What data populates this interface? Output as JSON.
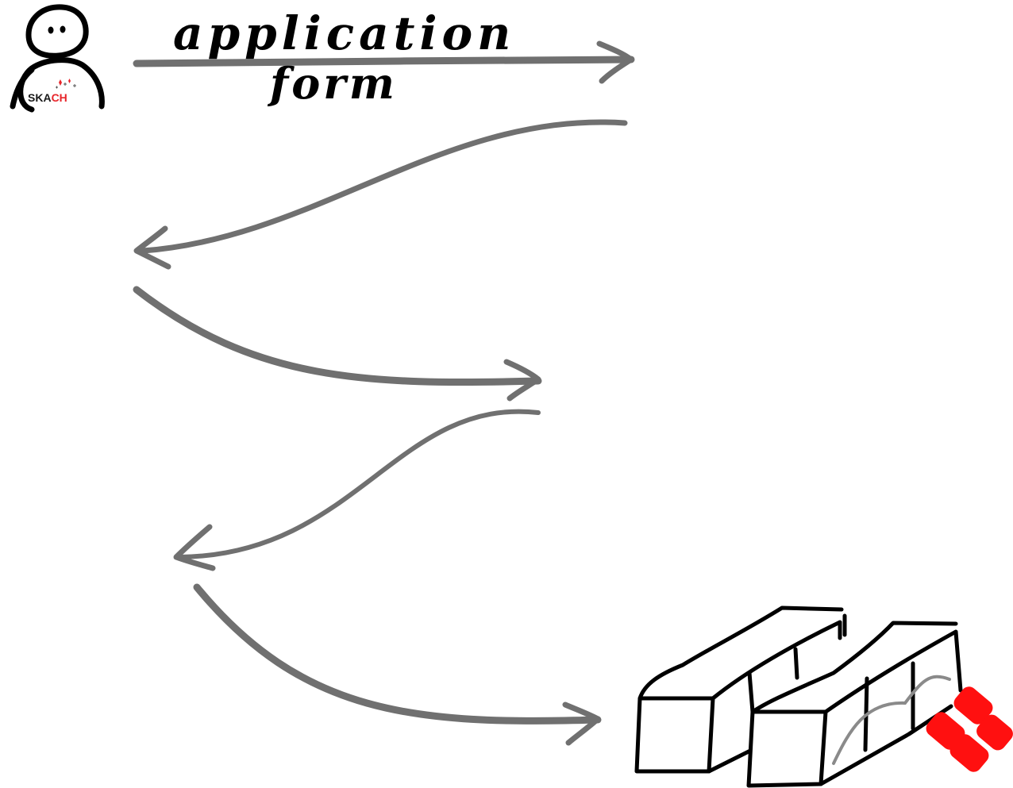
{
  "labels": {
    "application_line1": "application",
    "application_line2": "form",
    "logo_prefix": "SKA",
    "logo_suffix": "CH"
  },
  "colors": {
    "arrow": "#707070",
    "ink": "#000000",
    "logo_red": "#e8252a",
    "logo_dark": "#1a1a1a"
  },
  "icons": {
    "person": "stick-person-icon",
    "servers": "server-stack-icon",
    "brand": "redhat-diamond-icon"
  }
}
